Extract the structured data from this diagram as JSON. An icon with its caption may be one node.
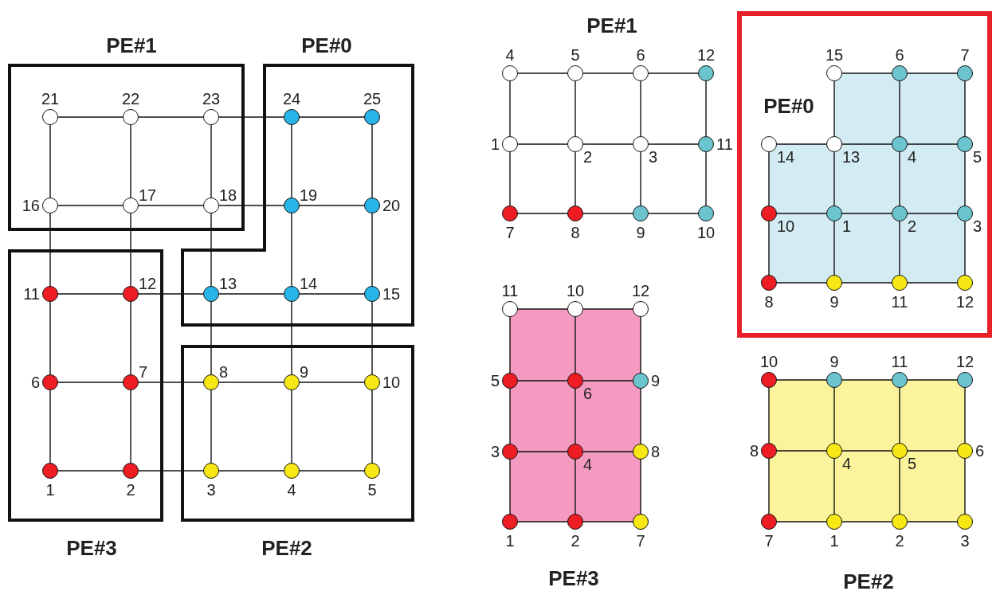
{
  "diagram": {
    "nodes": [
      {
        "text": [
          "PE#1"
        ]
      },
      {
        "text": [],
        "shape": "circle",
        "beside": [
          "21"
        ],
        "in": 0
      },
      {
        "text": [],
        "shape": "circle",
        "beside": [
          "22"
        ],
        "in": 0
      },
      {
        "text": [],
        "shape": "circle",
        "beside": [
          "23"
        ],
        "in": 0
      },
      {
        "text": [],
        "shape": "circle",
        "beside": [
          "16"
        ],
        "in": 0
      },
      {
        "text": [],
        "shape": "circle",
        "beside": [
          "17"
        ],
        "in": 0
      },
      {
        "text": [],
        "shape": "circle",
        "beside": [
          "18"
        ],
        "in": 0
      },
      {
        "text": [
          "PE#0"
        ]
      },
      {
        "text": [],
        "shape": "circle",
        "beside": [
          "24"
        ],
        "in": 7
      },
      {
        "text": [],
        "shape": "circle",
        "beside": [
          "25"
        ],
        "in": 7
      },
      {
        "text": [],
        "shape": "circle",
        "beside": [
          "19"
        ],
        "in": 7
      },
      {
        "text": [],
        "shape": "circle",
        "beside": [
          "20"
        ],
        "in": 7
      },
      {
        "text": [],
        "shape": "circle",
        "beside": [
          "13"
        ],
        "in": 7
      },
      {
        "text": [],
        "shape": "circle",
        "beside": [
          "14"
        ],
        "in": 7
      },
      {
        "text": [],
        "shape": "circle",
        "beside": [
          "15"
        ],
        "in": 7
      },
      {
        "text": [
          "PE#3"
        ]
      },
      {
        "text": [],
        "shape": "circle",
        "beside": [
          "11"
        ],
        "in": 15
      },
      {
        "text": [],
        "shape": "circle",
        "beside": [
          "12"
        ],
        "in": 15
      },
      {
        "text": [],
        "shape": "circle",
        "beside": [
          "6"
        ],
        "in": 15
      },
      {
        "text": [],
        "shape": "circle",
        "beside": [
          "7"
        ],
        "in": 15
      },
      {
        "text": [],
        "shape": "circle",
        "beside": [
          "1"
        ],
        "in": 15
      },
      {
        "text": [],
        "shape": "circle",
        "beside": [
          "2"
        ],
        "in": 15
      },
      {
        "text": [
          "PE#2"
        ]
      },
      {
        "text": [],
        "shape": "circle",
        "beside": [
          "8"
        ],
        "in": 22
      },
      {
        "text": [],
        "shape": "circle",
        "beside": [
          "9"
        ],
        "in": 22
      },
      {
        "text": [],
        "shape": "circle",
        "beside": [
          "10"
        ],
        "in": 22
      },
      {
        "text": [],
        "shape": "circle",
        "beside": [
          "3"
        ],
        "in": 22
      },
      {
        "text": [],
        "shape": "circle",
        "beside": [
          "4"
        ],
        "in": 22
      },
      {
        "text": [],
        "shape": "circle",
        "beside": [
          "5"
        ],
        "in": 22
      },
      {
        "text": [],
        "shape": "circle",
        "beside": [
          "4"
        ]
      },
      {
        "text": [],
        "shape": "circle",
        "beside": [
          "5"
        ]
      },
      {
        "text": [],
        "shape": "circle",
        "beside": [
          "6"
        ]
      },
      {
        "text": [],
        "shape": "circle",
        "beside": [
          "12"
        ]
      },
      {
        "text": [],
        "shape": "circle",
        "beside": [
          "1"
        ]
      },
      {
        "text": [],
        "shape": "circle",
        "beside": [
          "2"
        ]
      },
      {
        "text": [],
        "shape": "circle",
        "beside": [
          "3"
        ]
      },
      {
        "text": [],
        "shape": "circle",
        "beside": [
          "11"
        ]
      },
      {
        "text": [],
        "shape": "circle",
        "beside": [
          "7"
        ]
      },
      {
        "text": [],
        "shape": "circle",
        "beside": [
          "8"
        ]
      },
      {
        "text": [],
        "shape": "circle",
        "beside": [
          "9"
        ]
      },
      {
        "text": [],
        "shape": "circle",
        "beside": [
          "10"
        ]
      },
      {
        "text": [
          "PE#0"
        ]
      },
      {
        "text": [],
        "shape": "circle",
        "beside": [
          "15"
        ],
        "in": 41
      },
      {
        "text": [],
        "shape": "circle",
        "beside": [
          "6"
        ],
        "in": 41
      },
      {
        "text": [],
        "shape": "circle",
        "beside": [
          "7"
        ],
        "in": 41
      },
      {
        "text": [],
        "shape": "circle",
        "beside": [
          "14"
        ],
        "in": 41
      },
      {
        "text": [],
        "shape": "circle",
        "beside": [
          "13"
        ],
        "in": 41
      },
      {
        "text": [],
        "shape": "circle",
        "beside": [
          "4"
        ],
        "in": 41
      },
      {
        "text": [],
        "shape": "circle",
        "beside": [
          "5"
        ],
        "in": 41
      },
      {
        "text": [],
        "shape": "circle",
        "beside": [
          "10"
        ],
        "in": 41
      },
      {
        "text": [],
        "shape": "circle",
        "beside": [
          "1"
        ],
        "in": 41
      },
      {
        "text": [],
        "shape": "circle",
        "beside": [
          "2"
        ],
        "in": 41
      },
      {
        "text": [],
        "shape": "circle",
        "beside": [
          "3"
        ],
        "in": 41
      },
      {
        "text": [],
        "shape": "circle",
        "beside": [
          "8"
        ],
        "in": 41
      },
      {
        "text": [],
        "shape": "circle",
        "beside": [
          "9"
        ],
        "in": 41
      },
      {
        "text": [],
        "shape": "circle",
        "beside": [
          "11"
        ],
        "in": 41
      },
      {
        "text": [],
        "shape": "circle",
        "beside": [
          "12"
        ],
        "in": 41
      },
      {
        "text": [],
        "shape": "circle",
        "beside": [
          "11"
        ]
      },
      {
        "text": [],
        "shape": "circle",
        "beside": [
          "10"
        ]
      },
      {
        "text": [],
        "shape": "circle",
        "beside": [
          "12"
        ]
      },
      {
        "text": [],
        "shape": "circle",
        "beside": [
          "5"
        ]
      },
      {
        "text": [],
        "shape": "circle",
        "beside": [
          "6"
        ]
      },
      {
        "text": [],
        "shape": "circle",
        "beside": [
          "9"
        ]
      },
      {
        "text": [],
        "shape": "circle",
        "beside": [
          "3"
        ]
      },
      {
        "text": [],
        "shape": "circle",
        "beside": [
          "4"
        ]
      },
      {
        "text": [],
        "shape": "circle",
        "beside": [
          "8"
        ]
      },
      {
        "text": [],
        "shape": "circle",
        "beside": [
          "1"
        ]
      },
      {
        "text": [],
        "shape": "circle",
        "beside": [
          "2"
        ]
      },
      {
        "text": [],
        "shape": "circle",
        "beside": [
          "7"
        ]
      },
      {
        "text": [],
        "shape": "circle",
        "beside": [
          "10"
        ]
      },
      {
        "text": [],
        "shape": "circle",
        "beside": [
          "9"
        ]
      },
      {
        "text": [],
        "shape": "circle",
        "beside": [
          "11"
        ]
      },
      {
        "text": [],
        "shape": "circle",
        "beside": [
          "12"
        ]
      },
      {
        "text": [],
        "shape": "circle",
        "beside": [
          "8"
        ]
      },
      {
        "text": [],
        "shape": "circle",
        "beside": [
          "4"
        ]
      },
      {
        "text": [],
        "shape": "circle",
        "beside": [
          "5"
        ]
      },
      {
        "text": [],
        "shape": "circle",
        "beside": [
          "6"
        ]
      },
      {
        "text": [],
        "shape": "circle",
        "beside": [
          "7"
        ]
      },
      {
        "text": [],
        "shape": "circle",
        "beside": [
          "1"
        ]
      },
      {
        "text": [],
        "shape": "circle",
        "beside": [
          "2"
        ]
      },
      {
        "text": [],
        "shape": "circle",
        "beside": [
          "3"
        ]
      }
    ],
    "edges": [
      {
        "from": 1,
        "to": 2,
        "arrow": "none"
      },
      {
        "from": 2,
        "to": 3,
        "arrow": "none"
      },
      {
        "from": 3,
        "to": 8,
        "arrow": "none"
      },
      {
        "from": 8,
        "to": 9,
        "arrow": "none"
      },
      {
        "from": 4,
        "to": 5,
        "arrow": "none"
      },
      {
        "from": 5,
        "to": 6,
        "arrow": "none"
      },
      {
        "from": 6,
        "to": 10,
        "arrow": "none"
      },
      {
        "from": 10,
        "to": 11,
        "arrow": "none"
      },
      {
        "from": 16,
        "to": 17,
        "arrow": "none"
      },
      {
        "from": 17,
        "to": 12,
        "arrow": "none"
      },
      {
        "from": 12,
        "to": 13,
        "arrow": "none"
      },
      {
        "from": 13,
        "to": 14,
        "arrow": "none"
      },
      {
        "from": 18,
        "to": 19,
        "arrow": "none"
      },
      {
        "from": 19,
        "to": 23,
        "arrow": "none"
      },
      {
        "from": 23,
        "to": 24,
        "arrow": "none"
      },
      {
        "from": 24,
        "to": 25,
        "arrow": "none"
      },
      {
        "from": 20,
        "to": 21,
        "arrow": "none"
      },
      {
        "from": 21,
        "to": 26,
        "arrow": "none"
      },
      {
        "from": 26,
        "to": 27,
        "arrow": "none"
      },
      {
        "from": 27,
        "to": 28,
        "arrow": "none"
      },
      {
        "from": 1,
        "to": 4,
        "arrow": "none"
      },
      {
        "from": 4,
        "to": 16,
        "arrow": "none"
      },
      {
        "from": 16,
        "to": 18,
        "arrow": "none"
      },
      {
        "from": 18,
        "to": 20,
        "arrow": "none"
      },
      {
        "from": 2,
        "to": 5,
        "arrow": "none"
      },
      {
        "from": 5,
        "to": 17,
        "arrow": "none"
      },
      {
        "from": 17,
        "to": 19,
        "arrow": "none"
      },
      {
        "from": 19,
        "to": 21,
        "arrow": "none"
      },
      {
        "from": 3,
        "to": 6,
        "arrow": "none"
      },
      {
        "from": 6,
        "to": 12,
        "arrow": "none"
      },
      {
        "from": 12,
        "to": 23,
        "arrow": "none"
      },
      {
        "from": 23,
        "to": 26,
        "arrow": "none"
      },
      {
        "from": 8,
        "to": 10,
        "arrow": "none"
      },
      {
        "from": 10,
        "to": 13,
        "arrow": "none"
      },
      {
        "from": 13,
        "to": 24,
        "arrow": "none"
      },
      {
        "from": 24,
        "to": 27,
        "arrow": "none"
      },
      {
        "from": 9,
        "to": 11,
        "arrow": "none"
      },
      {
        "from": 11,
        "to": 14,
        "arrow": "none"
      },
      {
        "from": 14,
        "to": 25,
        "arrow": "none"
      },
      {
        "from": 25,
        "to": 28,
        "arrow": "none"
      },
      {
        "from": 29,
        "to": 30,
        "arrow": "none"
      },
      {
        "from": 30,
        "to": 31,
        "arrow": "none"
      },
      {
        "from": 31,
        "to": 32,
        "arrow": "none"
      },
      {
        "from": 33,
        "to": 34,
        "arrow": "none"
      },
      {
        "from": 34,
        "to": 35,
        "arrow": "none"
      },
      {
        "from": 35,
        "to": 36,
        "arrow": "none"
      },
      {
        "from": 37,
        "to": 38,
        "arrow": "none"
      },
      {
        "from": 38,
        "to": 39,
        "arrow": "none"
      },
      {
        "from": 39,
        "to": 40,
        "arrow": "none"
      },
      {
        "from": 29,
        "to": 33,
        "arrow": "none"
      },
      {
        "from": 33,
        "to": 37,
        "arrow": "none"
      },
      {
        "from": 30,
        "to": 34,
        "arrow": "none"
      },
      {
        "from": 34,
        "to": 38,
        "arrow": "none"
      },
      {
        "from": 31,
        "to": 35,
        "arrow": "none"
      },
      {
        "from": 35,
        "to": 39,
        "arrow": "none"
      },
      {
        "from": 32,
        "to": 36,
        "arrow": "none"
      },
      {
        "from": 36,
        "to": 40,
        "arrow": "none"
      },
      {
        "from": 42,
        "to": 43,
        "arrow": "none"
      },
      {
        "from": 43,
        "to": 44,
        "arrow": "none"
      },
      {
        "from": 45,
        "to": 46,
        "arrow": "none"
      },
      {
        "from": 46,
        "to": 47,
        "arrow": "none"
      },
      {
        "from": 47,
        "to": 48,
        "arrow": "none"
      },
      {
        "from": 49,
        "to": 50,
        "arrow": "none"
      },
      {
        "from": 50,
        "to": 51,
        "arrow": "none"
      },
      {
        "from": 51,
        "to": 52,
        "arrow": "none"
      },
      {
        "from": 53,
        "to": 54,
        "arrow": "none"
      },
      {
        "from": 54,
        "to": 55,
        "arrow": "none"
      },
      {
        "from": 55,
        "to": 56,
        "arrow": "none"
      },
      {
        "from": 45,
        "to": 49,
        "arrow": "none"
      },
      {
        "from": 49,
        "to": 53,
        "arrow": "none"
      },
      {
        "from": 42,
        "to": 46,
        "arrow": "none"
      },
      {
        "from": 46,
        "to": 50,
        "arrow": "none"
      },
      {
        "from": 50,
        "to": 54,
        "arrow": "none"
      },
      {
        "from": 43,
        "to": 47,
        "arrow": "none"
      },
      {
        "from": 47,
        "to": 51,
        "arrow": "none"
      },
      {
        "from": 51,
        "to": 55,
        "arrow": "none"
      },
      {
        "from": 44,
        "to": 48,
        "arrow": "none"
      },
      {
        "from": 48,
        "to": 52,
        "arrow": "none"
      },
      {
        "from": 52,
        "to": 56,
        "arrow": "none"
      },
      {
        "from": 57,
        "to": 58,
        "arrow": "none"
      },
      {
        "from": 58,
        "to": 59,
        "arrow": "none"
      },
      {
        "from": 60,
        "to": 61,
        "arrow": "none"
      },
      {
        "from": 61,
        "to": 62,
        "arrow": "none"
      },
      {
        "from": 63,
        "to": 64,
        "arrow": "none"
      },
      {
        "from": 64,
        "to": 65,
        "arrow": "none"
      },
      {
        "from": 66,
        "to": 67,
        "arrow": "none"
      },
      {
        "from": 67,
        "to": 68,
        "arrow": "none"
      },
      {
        "from": 57,
        "to": 60,
        "arrow": "none"
      },
      {
        "from": 60,
        "to": 63,
        "arrow": "none"
      },
      {
        "from": 63,
        "to": 66,
        "arrow": "none"
      },
      {
        "from": 58,
        "to": 61,
        "arrow": "none"
      },
      {
        "from": 61,
        "to": 64,
        "arrow": "none"
      },
      {
        "from": 64,
        "to": 67,
        "arrow": "none"
      },
      {
        "from": 59,
        "to": 62,
        "arrow": "none"
      },
      {
        "from": 62,
        "to": 65,
        "arrow": "none"
      },
      {
        "from": 65,
        "to": 68,
        "arrow": "none"
      },
      {
        "from": 69,
        "to": 70,
        "arrow": "none"
      },
      {
        "from": 70,
        "to": 71,
        "arrow": "none"
      },
      {
        "from": 71,
        "to": 72,
        "arrow": "none"
      },
      {
        "from": 73,
        "to": 74,
        "arrow": "none"
      },
      {
        "from": 74,
        "to": 75,
        "arrow": "none"
      },
      {
        "from": 75,
        "to": 76,
        "arrow": "none"
      },
      {
        "from": 77,
        "to": 78,
        "arrow": "none"
      },
      {
        "from": 78,
        "to": 79,
        "arrow": "none"
      },
      {
        "from": 79,
        "to": 80,
        "arrow": "none"
      },
      {
        "from": 69,
        "to": 73,
        "arrow": "none"
      },
      {
        "from": 73,
        "to": 77,
        "arrow": "none"
      },
      {
        "from": 70,
        "to": 74,
        "arrow": "none"
      },
      {
        "from": 74,
        "to": 78,
        "arrow": "none"
      },
      {
        "from": 71,
        "to": 75,
        "arrow": "none"
      },
      {
        "from": 75,
        "to": 79,
        "arrow": "none"
      },
      {
        "from": 72,
        "to": 76,
        "arrow": "none"
      },
      {
        "from": 76,
        "to": 80,
        "arrow": "none"
      }
    ],
    "labels": [
      "PE#1",
      "PE#3",
      "PE#2"
    ]
  }
}
